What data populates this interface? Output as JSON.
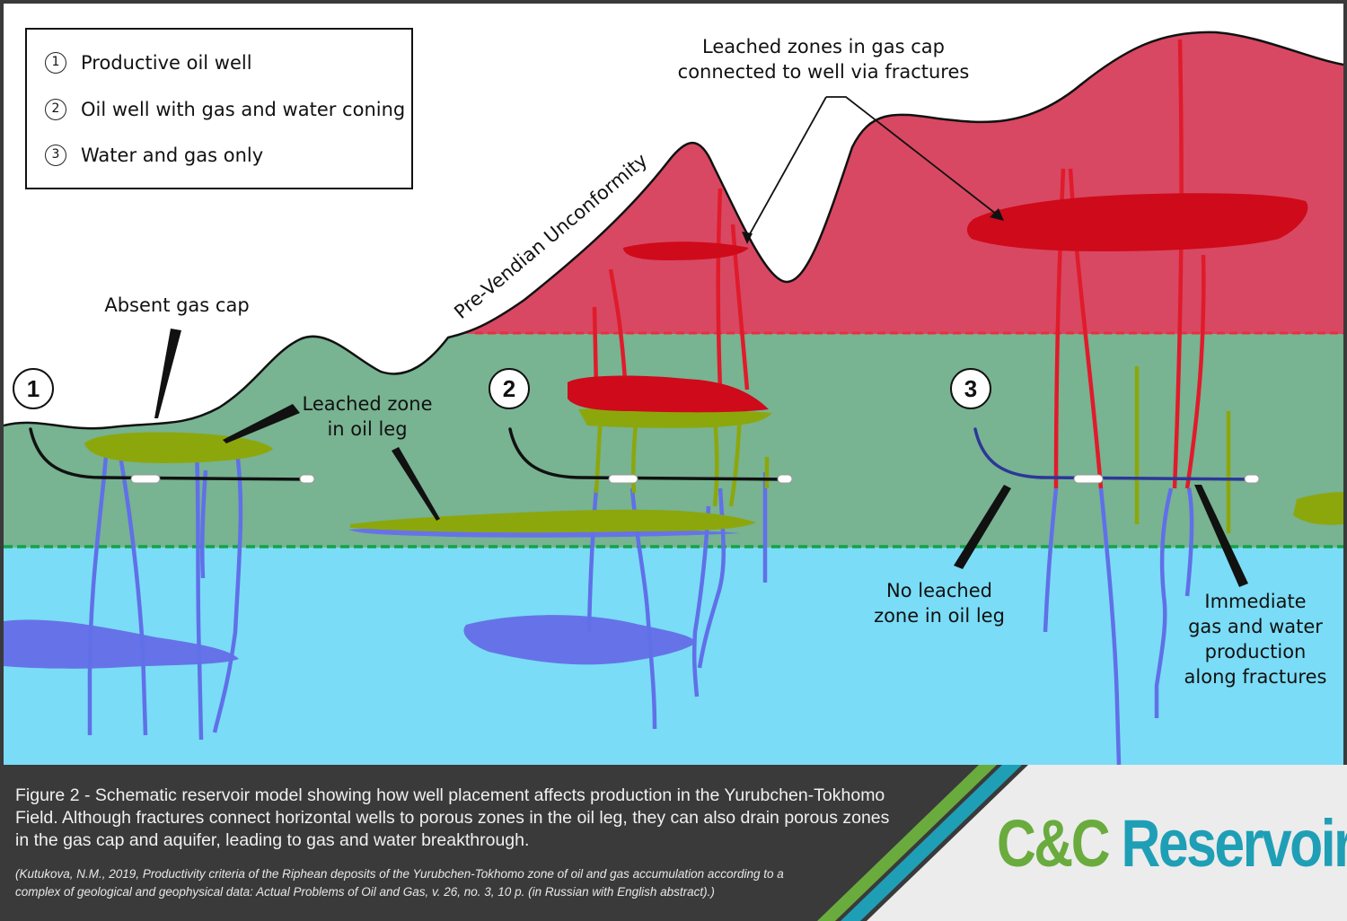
{
  "legend": {
    "items": [
      {
        "num": "1",
        "label": "Productive oil well"
      },
      {
        "num": "2",
        "label": "Oil well with gas and water coning"
      },
      {
        "num": "3",
        "label": "Water and gas only"
      }
    ]
  },
  "wells": {
    "w1": "1",
    "w2": "2",
    "w3": "3"
  },
  "annotations": {
    "gas_cap_leached_l1": "Leached zones in gas cap",
    "gas_cap_leached_l2": "connected to well via fractures",
    "unconformity": "Pre-Vendian Unconformity",
    "absent_gas_cap": "Absent gas cap",
    "leached_oil_l1": "Leached zone",
    "leached_oil_l2": "in oil leg",
    "no_leached_l1": "No leached",
    "no_leached_l2": "zone in oil leg",
    "immediate_l1": "Immediate",
    "immediate_l2": "gas and water",
    "immediate_l3": "production",
    "immediate_l4": "along fractures"
  },
  "colors": {
    "gas_cap": "#d84862",
    "oil_leg": "#78b392",
    "aquifer": "#7adcf6",
    "leached_oil": "#8ca70c",
    "leached_gas": "#cf0a1b",
    "water_zone": "#6673e8",
    "fracture_red": "#e01b2b",
    "fracture_blue": "#6070e8",
    "well_blue": "#2d3796",
    "footer_bg": "#3a3a3a",
    "logo_green": "#6aab3e",
    "logo_teal": "#1f9fb6"
  },
  "footer": {
    "caption": "Figure 2 - Schematic reservoir model showing how well placement affects production in the Yurubchen-Tokhomo Field. Although fractures connect horizontal wells to porous zones in the oil leg, they can also drain porous zones in the gas cap and aquifer, leading to gas and water breakthrough.",
    "citation": "(Kutukova, N.M., 2019, Productivity criteria of the Riphean deposits of the Yurubchen-Tokhomo zone of oil and gas accumulation according to a complex of geological and geophysical data: Actual Problems of Oil and Gas, v. 26, no. 3, 10 p. (in Russian with English abstract).)",
    "logo_cc": "C&C",
    "logo_reservoirs": "Reservoirs"
  }
}
